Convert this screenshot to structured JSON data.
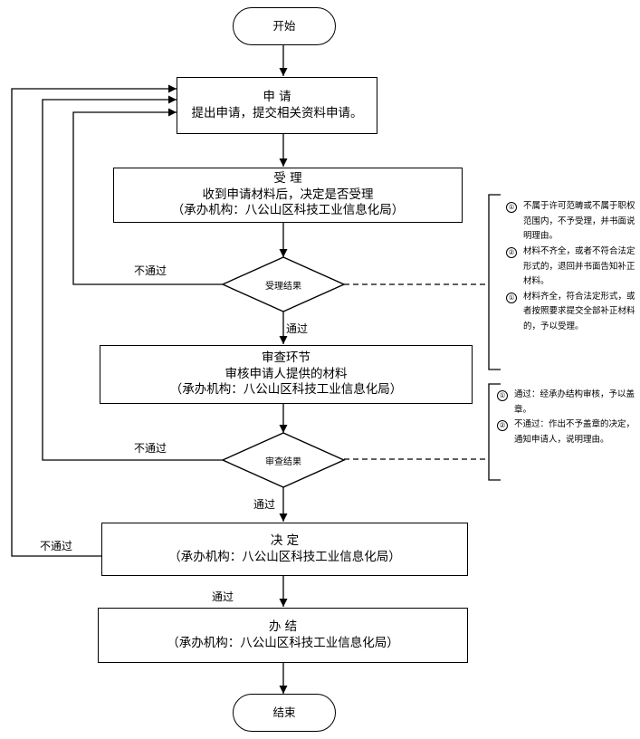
{
  "terminals": {
    "start": "开始",
    "end": "结束"
  },
  "steps": {
    "apply": {
      "title": "申 请",
      "lines": [
        "提出申请，提交相关资料申请。"
      ]
    },
    "accept": {
      "title": "受 理",
      "lines": [
        "收到申请材料后，决定是否受理",
        "（承办机构：八公山区科技工业信息化局）"
      ]
    },
    "review": {
      "title": "审查环节",
      "lines": [
        "审核申请人提供的材料",
        "（承办机构：八公山区科技工业信息化局）"
      ]
    },
    "decide": {
      "title": "决 定",
      "lines": [
        "（承办机构：八公山区科技工业信息化局）"
      ]
    },
    "finish": {
      "title": "办 结",
      "lines": [
        "（承办机构：八公山区科技工业信息化局）"
      ]
    }
  },
  "decisions": {
    "accept_result": "受理结果",
    "review_result": "审查结果"
  },
  "edge_labels": {
    "fail": "不通过",
    "pass": "通过"
  },
  "notes": {
    "accept": [
      {
        "num": "①",
        "text": "不属于许可范畴或不属于职权范围内，不予受理，并书面说明理由。"
      },
      {
        "num": "②",
        "text": "材料不齐全，或者不符合法定形式的，退回并书面告知补正材料。"
      },
      {
        "num": "①",
        "text": "材料齐全，符合法定形式，或者按照要求提交全部补正材料的，予以受理。"
      }
    ],
    "review": [
      {
        "num": "①",
        "text": "通过：经承办结构审核，予以盖章。"
      },
      {
        "num": "②",
        "text": "不通过：作出不予盖章的决定，通知申请人，说明理由。"
      }
    ]
  }
}
